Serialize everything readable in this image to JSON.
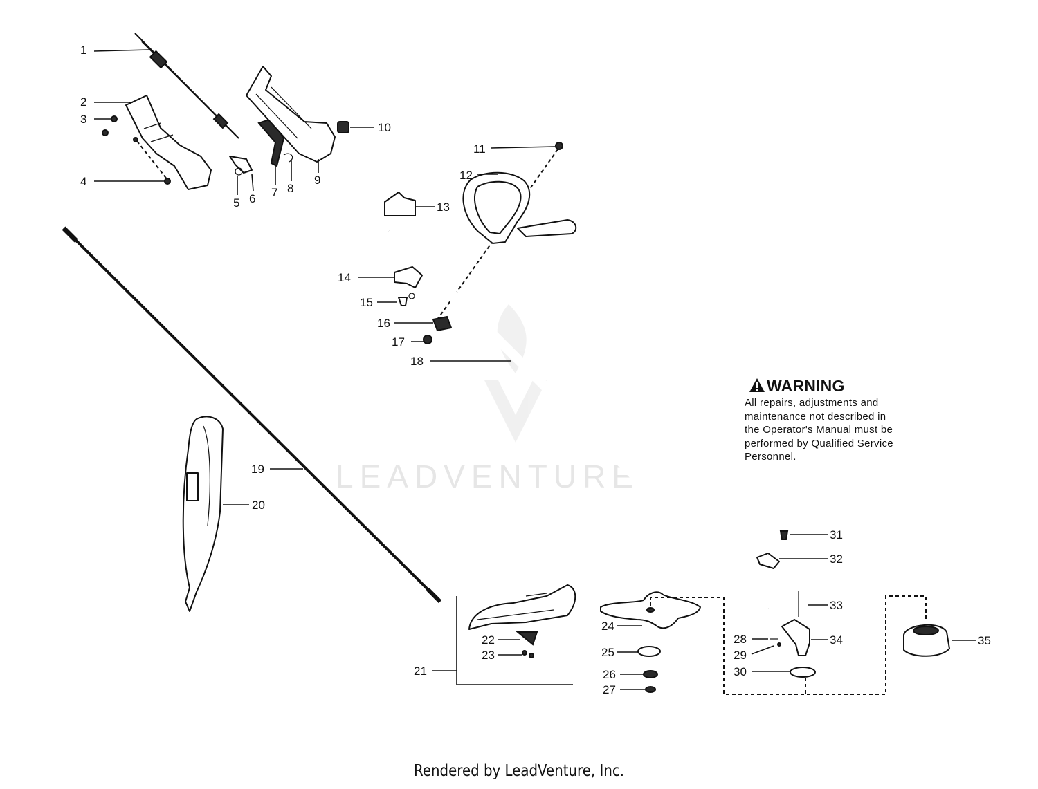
{
  "callouts": [
    "1",
    "2",
    "3",
    "4",
    "5",
    "6",
    "7",
    "8",
    "9",
    "10",
    "11",
    "12",
    "13",
    "14",
    "15",
    "16",
    "17",
    "18",
    "19",
    "20",
    "21",
    "22",
    "23",
    "24",
    "25",
    "26",
    "27",
    "28",
    "29",
    "30",
    "31",
    "32",
    "33",
    "34",
    "35"
  ],
  "warning": {
    "title": "WARNING",
    "lines": [
      "All repairs, adjustments and",
      "maintenance not described in",
      "the Operator's Manual must be",
      "performed by Qualified Service",
      "Personnel."
    ]
  },
  "watermark": "LEADVENTURE",
  "footer": "Rendered by LeadVenture, Inc."
}
